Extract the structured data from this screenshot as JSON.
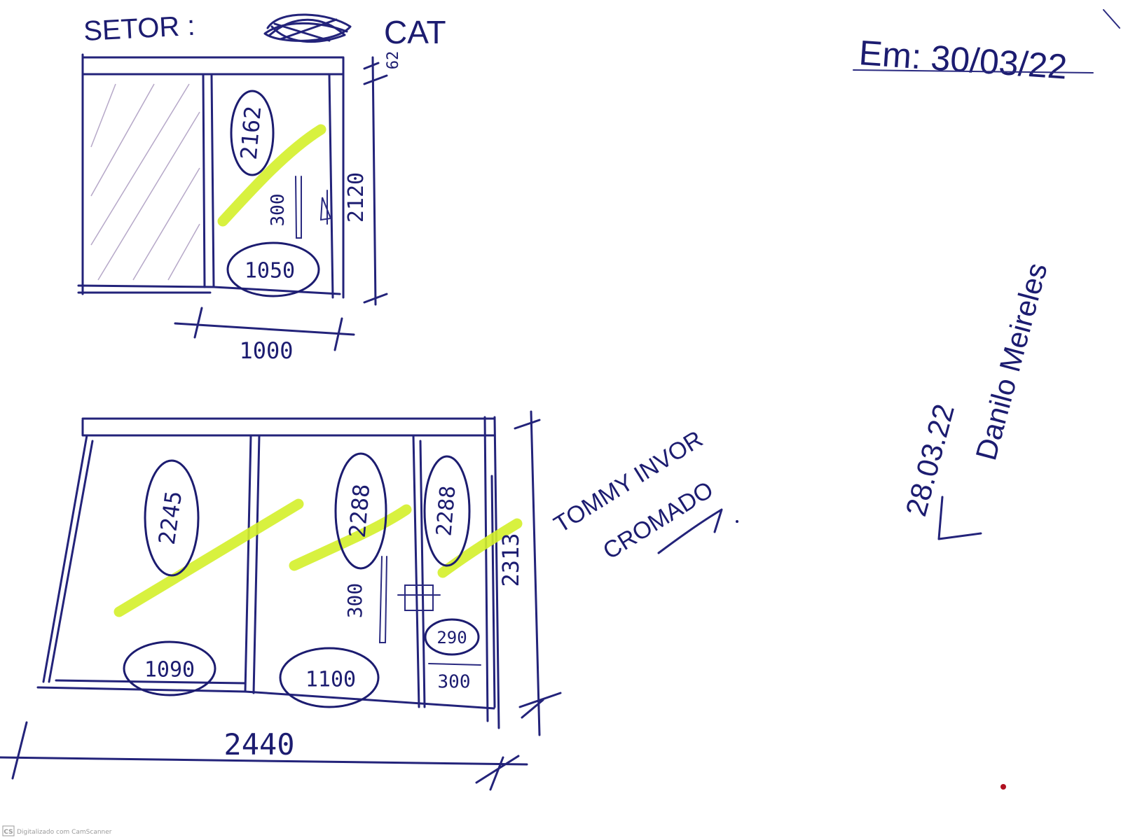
{
  "header": {
    "setor_label": "SETOR :",
    "setor_value": "CAT",
    "date_label": "Em: 30/03/22"
  },
  "drawing_top": {
    "panel_code": "2162",
    "height_code": "1050",
    "handle_height": "300",
    "overall_height": "2120",
    "top_margin": "62",
    "width": "1000"
  },
  "drawing_bottom": {
    "panel_left_code": "2245",
    "panel_mid_code": "2288",
    "panel_right_code": "2288",
    "bottom_left_code": "1090",
    "bottom_mid_code": "1100",
    "bottom_right_code_a": "290",
    "bottom_right_code_b": "300",
    "handle_height": "300",
    "overall_height": "2313",
    "overall_width": "2440"
  },
  "notes": {
    "material_line1": "TOMMY INVOR",
    "material_line2": "CROMADO",
    "signature_date": "28.03.22",
    "signature_name": "Danilo Meireles"
  },
  "footer": {
    "scanner_text": "Digitalizado com CamScanner",
    "scanner_logo": "CS"
  }
}
